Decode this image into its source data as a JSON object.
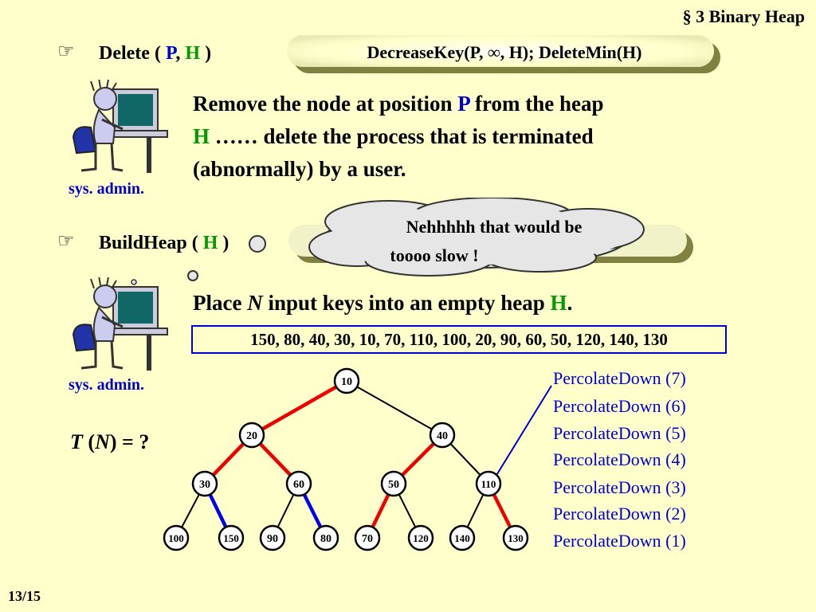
{
  "header": {
    "section": "§ 3  Binary Heap"
  },
  "delete": {
    "label_prefix": "Delete ( ",
    "p": "P",
    "comma": ", ",
    "h": "H",
    "suffix": " )",
    "formula": "DecreaseKey(P, ∞, H); DeleteMin(H)",
    "desc1_a": "Remove the node at position ",
    "desc1_p": "P",
    "desc1_b": " from the heap",
    "desc2_h": "H",
    "desc2_b": "  …… delete the process that is terminated",
    "desc3": "(abnormally) by a user.",
    "caption": "sys. admin."
  },
  "cloud": {
    "line1": "Nehhhhh that would be",
    "line2": "toooo slow !"
  },
  "buildheap": {
    "label_prefix": "BuildHeap ( ",
    "h": "H",
    "suffix": " )",
    "desc_a": "Place ",
    "desc_n": "N",
    "desc_b": " input keys into an empty heap ",
    "desc_h": "H",
    "desc_end": ".",
    "caption": "sys. admin.",
    "keys": "150, 80, 40, 30, 10, 70, 110, 100, 20, 90, 60, 50, 120, 140, 130",
    "complexity_t": "T",
    "complexity_mid1": " (",
    "complexity_n": "N",
    "complexity_mid2": ") = ?"
  },
  "percolate": [
    "PercolateDown (7)",
    "PercolateDown (6)",
    "PercolateDown (5)",
    "PercolateDown (4)",
    "PercolateDown (3)",
    "PercolateDown (2)",
    "PercolateDown (1)"
  ],
  "tree": {
    "nodes": [
      "10",
      "20",
      "40",
      "30",
      "60",
      "50",
      "110",
      "100",
      "150",
      "90",
      "80",
      "70",
      "120",
      "140",
      "130"
    ],
    "edge_colors": {
      "red": "#ee0000",
      "blue": "#0000ee",
      "black": "#000000"
    }
  },
  "footer": {
    "page": "13/15"
  }
}
